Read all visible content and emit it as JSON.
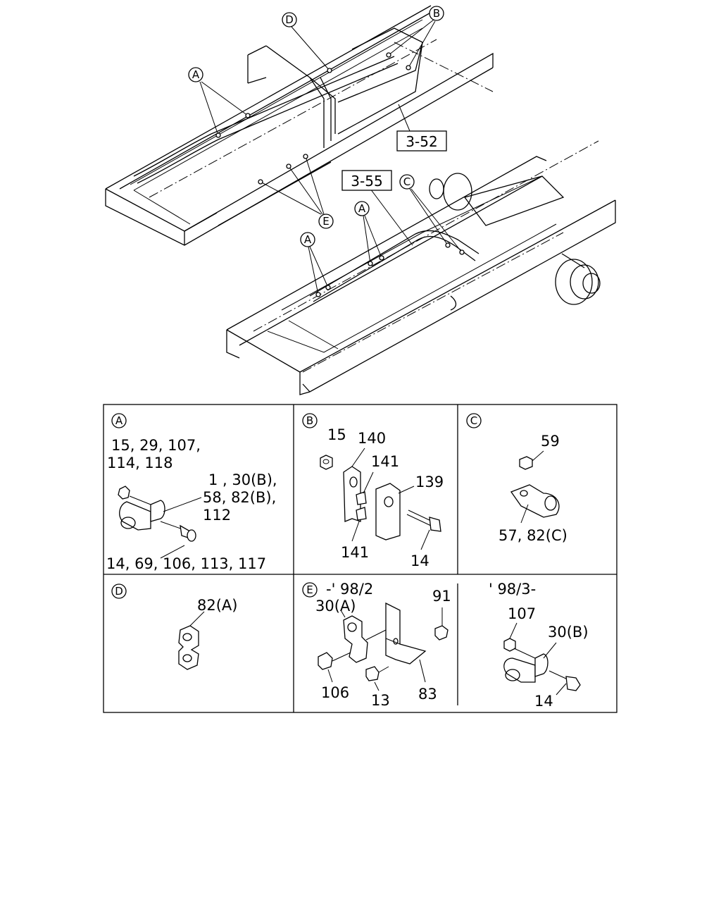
{
  "overview": {
    "markers": {
      "a": "A",
      "b": "B",
      "c": "C",
      "d": "D",
      "e": "E"
    },
    "refs": {
      "r352": "3-52",
      "r355": "3-55"
    }
  },
  "panels": {
    "a": {
      "letter": "A",
      "line1": "15, 29, 107,",
      "line2": "114, 118",
      "line3": "1 , 30(B),",
      "line4": "58, 82(B),",
      "line5": "112",
      "line6": "14, 69, 106, 113, 117"
    },
    "b": {
      "letter": "B",
      "p15": "15",
      "p140": "140",
      "p141a": "141",
      "p139": "139",
      "p141b": "141",
      "p14": "14"
    },
    "c": {
      "letter": "C",
      "p59": "59",
      "p57": "57, 82(C)"
    },
    "d": {
      "letter": "D",
      "p82": "82(A)"
    },
    "e": {
      "letter": "E",
      "header": "-' 98/2",
      "p30a": "30(A)",
      "p91": "91",
      "p106": "106",
      "p13": "13",
      "p83": "83",
      "header2": "' 98/3-",
      "p107": "107",
      "p30b": "30(B)",
      "p14": "14"
    }
  }
}
